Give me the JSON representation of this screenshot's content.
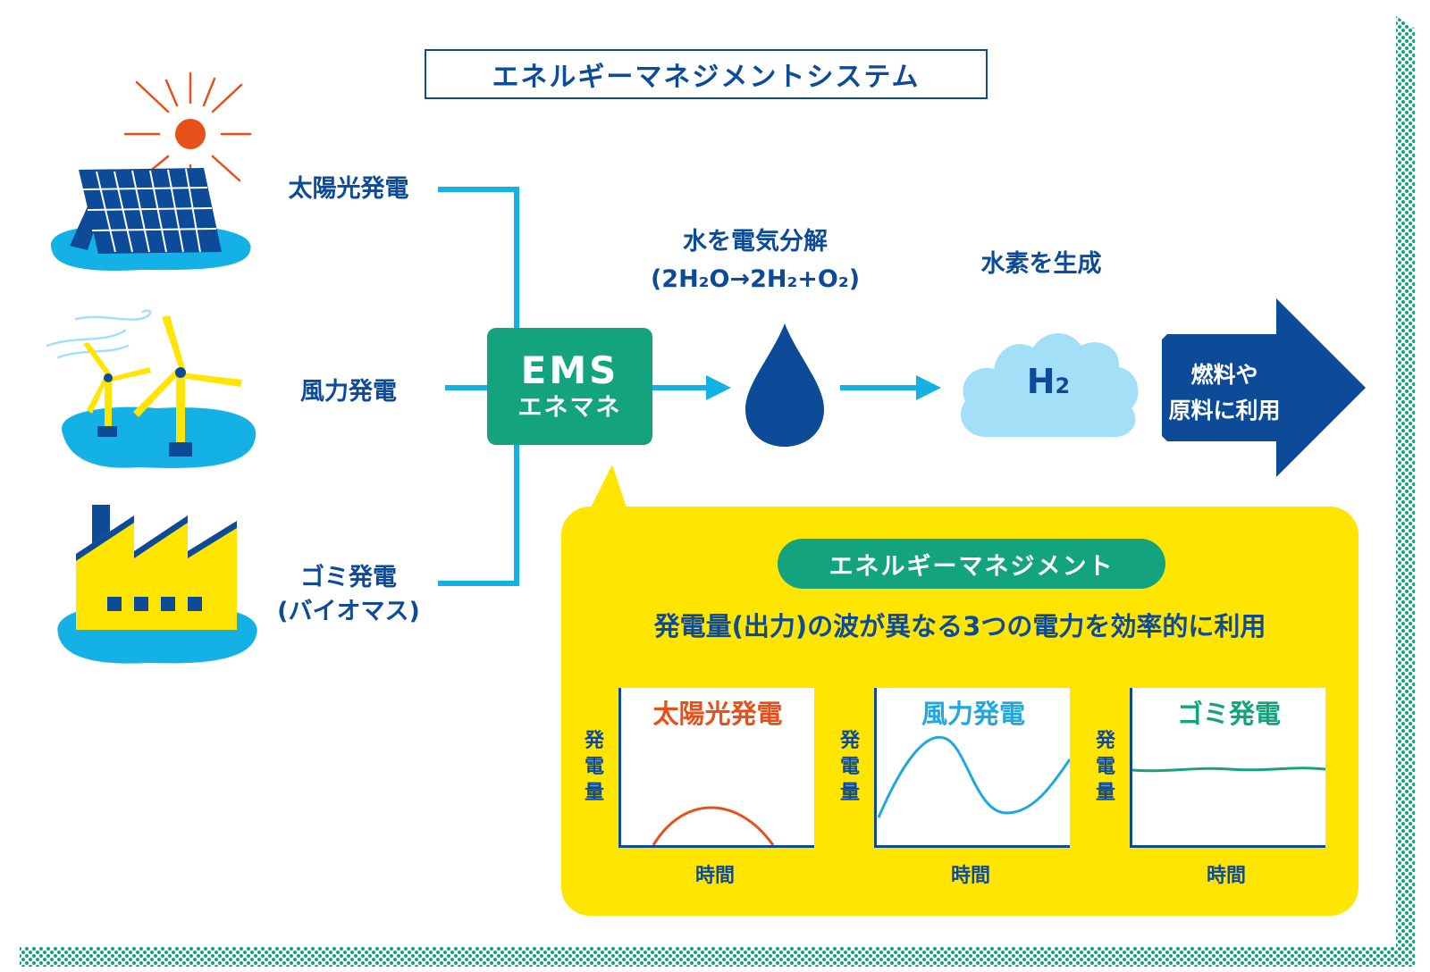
{
  "title": "エネルギーマネジメントシステム",
  "sources": [
    {
      "label": "太陽光発電"
    },
    {
      "label": "風力発電"
    },
    {
      "label": "ゴミ発電",
      "sub": "(バイオマス)"
    }
  ],
  "ems": {
    "main": "EMS",
    "sub": "エネマネ"
  },
  "electrolysis": {
    "label": "水を電気分解",
    "formula": "(2H₂O→2H₂+O₂)"
  },
  "hydrogen": {
    "label": "水素を生成",
    "symbol": "H",
    "subscript": "2"
  },
  "output_arrow": {
    "line1": "燃料や",
    "line2": "原料に利用"
  },
  "panel": {
    "pill": "エネルギーマネジメント",
    "subtitle": "発電量(出力)の波が異なる3つの電力を効率的に利用"
  },
  "chart_data": [
    {
      "type": "line",
      "title": "太陽光発電",
      "ylabel": "発電量",
      "xlabel": "時間",
      "color": "#e8501a",
      "shape": "single hump (daytime only)"
    },
    {
      "type": "line",
      "title": "風力発電",
      "ylabel": "発電量",
      "xlabel": "時間",
      "color": "#1fa8e0",
      "shape": "fluctuating wave"
    },
    {
      "type": "line",
      "title": "ゴミ発電",
      "ylabel": "発電量",
      "xlabel": "時間",
      "color": "#13a37e",
      "shape": "nearly constant"
    }
  ],
  "colors": {
    "navy": "#0d4a98",
    "cyan": "#14b1e7",
    "green": "#13a37e",
    "yellow": "#ffe500",
    "orange": "#e8501a",
    "lightblue": "#a3e0f7"
  }
}
